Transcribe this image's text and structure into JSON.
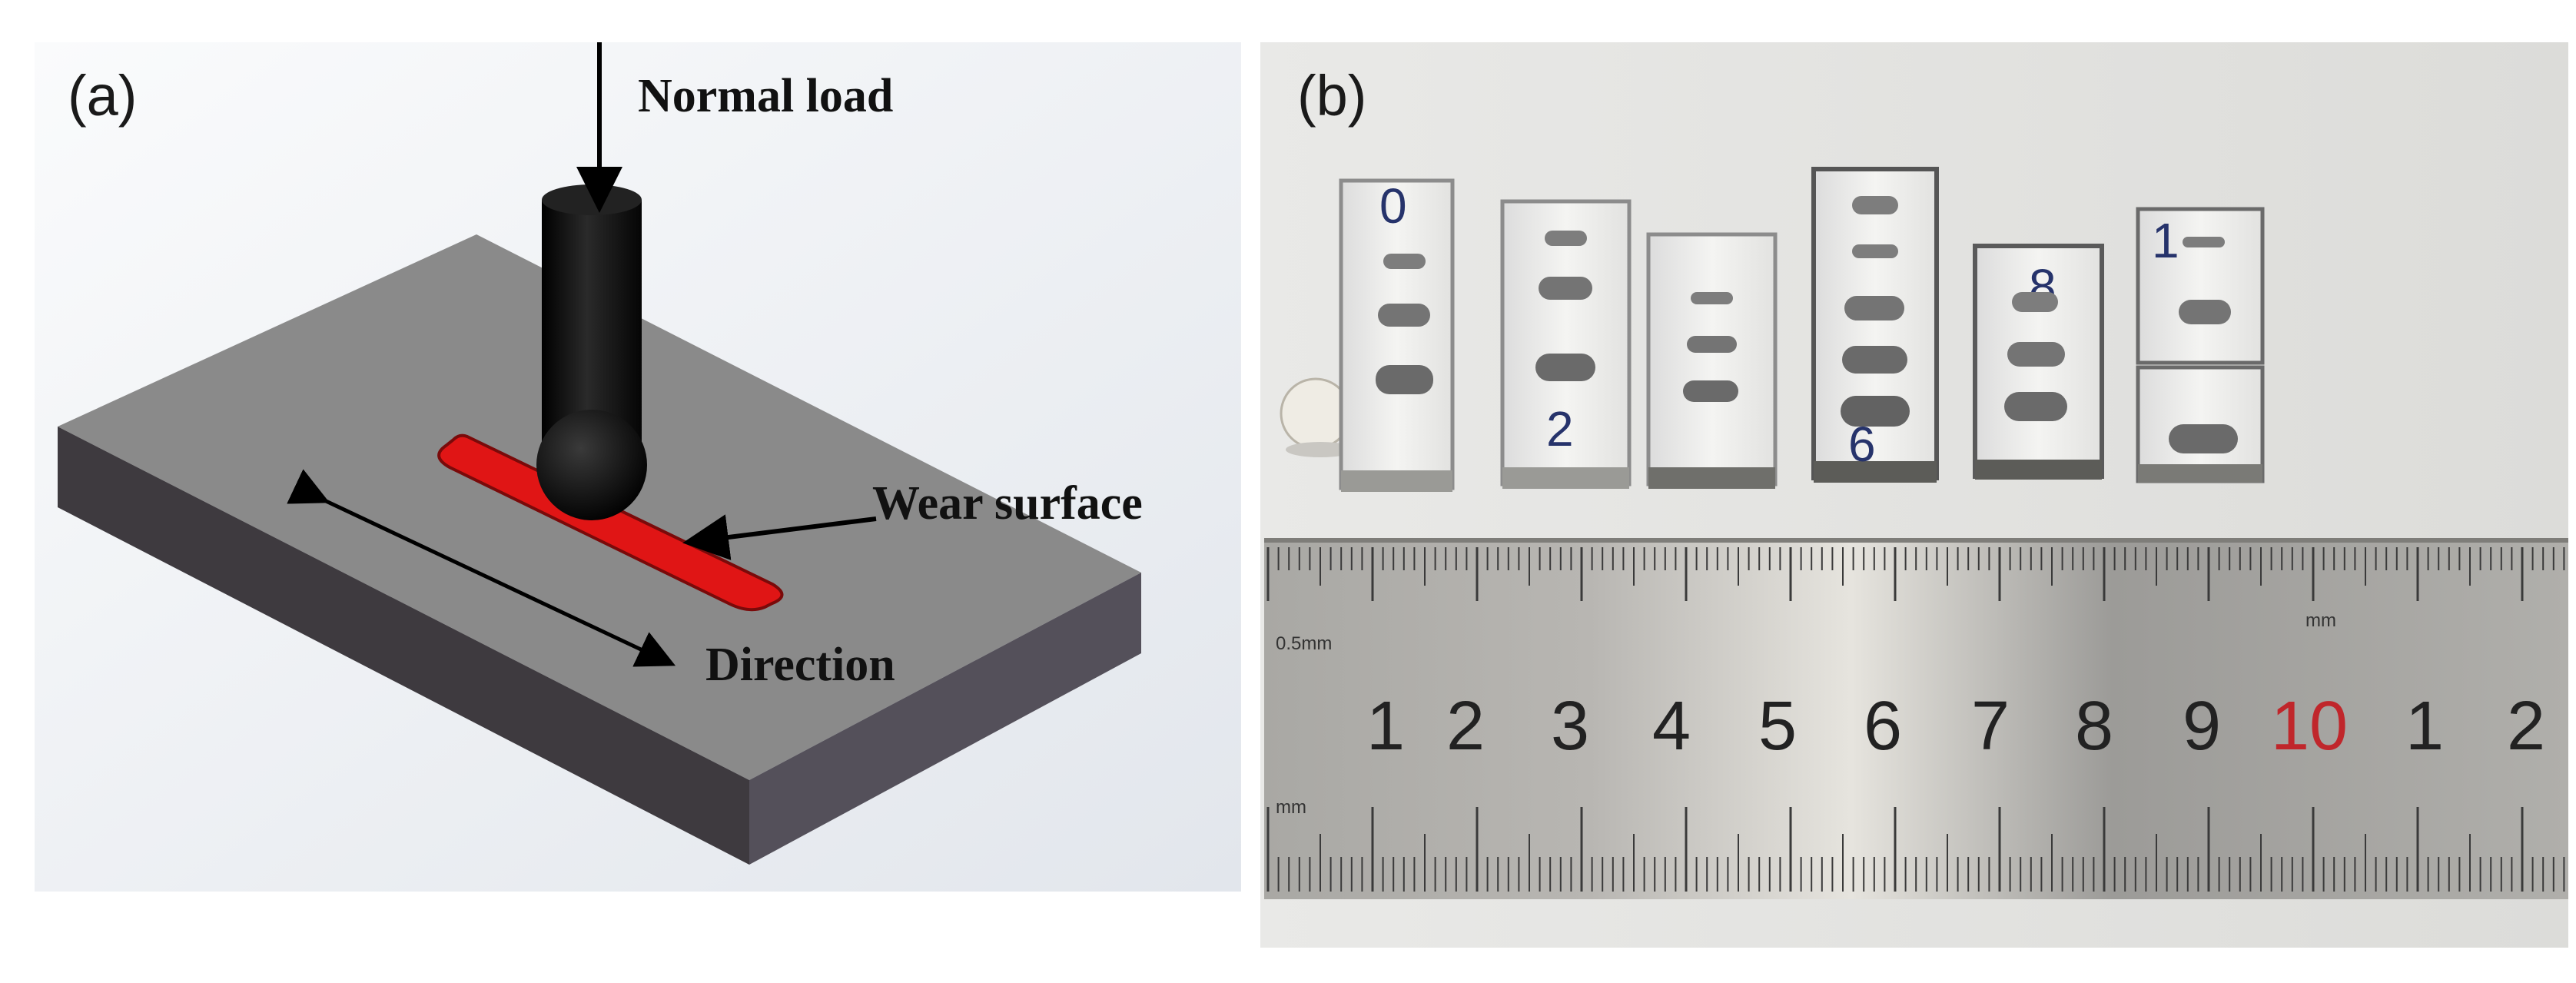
{
  "panel_a": {
    "label": "(a)",
    "normal_load": "Normal load",
    "wear_surface": "Wear surface",
    "direction": "Direction"
  },
  "panel_b": {
    "label": "(b)",
    "ruler": {
      "upper_unit": "0.5mm",
      "upper_mm": "mm",
      "lower_unit": "mm",
      "numbers": [
        "1",
        "2",
        "3",
        "4",
        "5",
        "6",
        "7",
        "8",
        "9",
        "10",
        "1",
        "2"
      ],
      "highlight_color": "#c0262b"
    },
    "samples": [
      {
        "mark": "0"
      },
      {
        "mark": "2"
      },
      {
        "mark": ""
      },
      {
        "mark": "6"
      },
      {
        "mark": "8"
      },
      {
        "mark": "1"
      }
    ]
  },
  "colors": {
    "block_top": "#8a8a8a",
    "block_front": "#3e3a3f",
    "block_side": "#54505a",
    "wear_track": "#e01515",
    "indenter": "#111111"
  }
}
